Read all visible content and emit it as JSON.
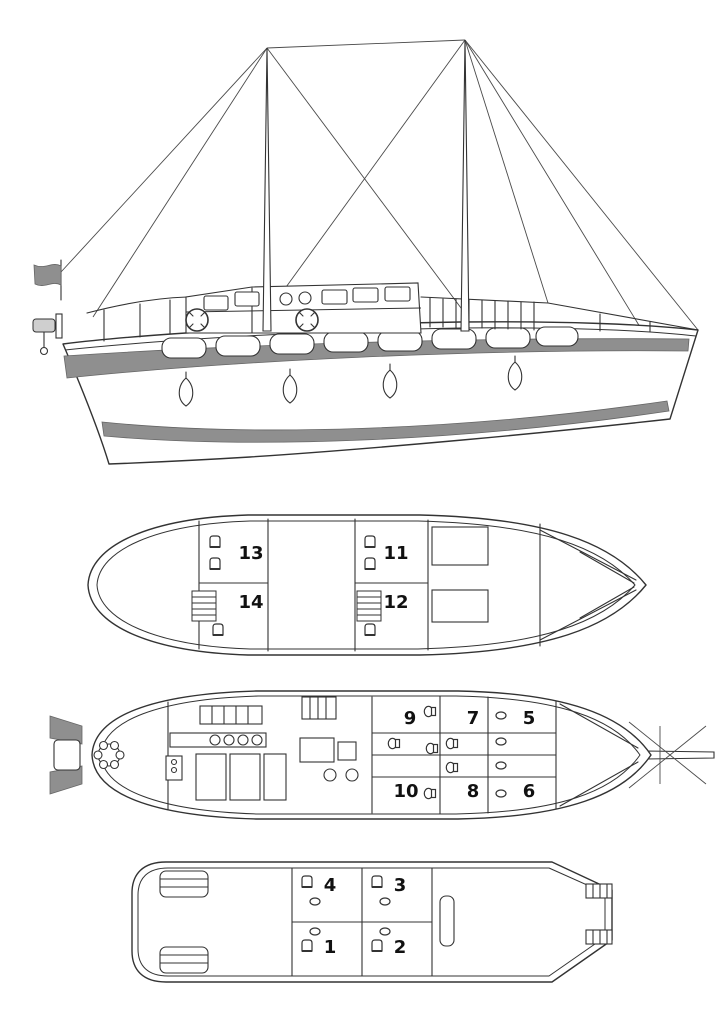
{
  "colors": {
    "ink": "#333333",
    "shade": "#8f8f8f",
    "background": "#ffffff"
  },
  "decks": {
    "lower": {
      "cabins": [
        {
          "id": "13"
        },
        {
          "id": "14"
        },
        {
          "id": "11"
        },
        {
          "id": "12"
        }
      ]
    },
    "main": {
      "cabins": [
        {
          "id": "9"
        },
        {
          "id": "7"
        },
        {
          "id": "5"
        },
        {
          "id": "10"
        },
        {
          "id": "8"
        },
        {
          "id": "6"
        }
      ]
    },
    "upper": {
      "cabins": [
        {
          "id": "4"
        },
        {
          "id": "3"
        },
        {
          "id": "1"
        },
        {
          "id": "2"
        }
      ]
    }
  },
  "icons": {
    "flag": "waving-flag",
    "life_ring": "circle-with-ticks",
    "stairs": "hatched-steps",
    "chair": "cabin-seat",
    "toilet": "wc-bowl",
    "sink": "oval-basin",
    "windlass": "scalloped-circle",
    "fender": "teardrop",
    "bowsprit": "tapered-spar"
  }
}
